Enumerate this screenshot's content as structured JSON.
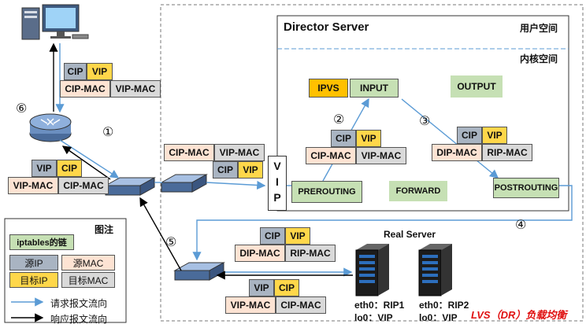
{
  "director": {
    "title": "Director Server",
    "user_space": "用户空间",
    "kernel_space": "内核空间"
  },
  "hooks": {
    "ipvs": "IPVS",
    "input": "INPUT",
    "output": "OUTPUT",
    "prerouting": "PREROUTING",
    "forward": "FORWARD",
    "postrouting": "POSTROUTING"
  },
  "vip_label": "VIP",
  "steps": {
    "s1": "①",
    "s2": "②",
    "s3": "③",
    "s4": "④",
    "s5": "⑤",
    "s6": "⑥"
  },
  "packets": {
    "p_top": {
      "src_ip": "CIP",
      "dst_ip": "VIP",
      "src_mac": "CIP-MAC",
      "dst_mac": "VIP-MAC"
    },
    "p_left": {
      "src_ip": "VIP",
      "dst_ip": "CIP",
      "src_mac": "VIP-MAC",
      "dst_mac": "CIP-MAC"
    },
    "p_mid": {
      "src_mac": "CIP-MAC",
      "dst_mac": "VIP-MAC",
      "src_ip": "CIP",
      "dst_ip": "VIP"
    },
    "p_step2": {
      "src_ip": "CIP",
      "dst_ip": "VIP",
      "src_mac": "CIP-MAC",
      "dst_mac": "VIP-MAC"
    },
    "p_step3": {
      "src_ip": "CIP",
      "dst_ip": "VIP",
      "src_mac": "DIP-MAC",
      "dst_mac": "RIP-MAC"
    },
    "p_real_in": {
      "src_ip": "CIP",
      "dst_ip": "VIP",
      "src_mac": "DIP-MAC",
      "dst_mac": "RIP-MAC"
    },
    "p_real_out": {
      "src_ip": "VIP",
      "dst_ip": "CIP",
      "src_mac": "VIP-MAC",
      "dst_mac": "CIP-MAC"
    }
  },
  "real_server": {
    "title": "Real Server",
    "rs1_if": "eth0：RIP1",
    "rs1_lo": "lo0：VIP",
    "rs2_if": "eth0：RIP2",
    "rs2_lo": "lo0：VIP"
  },
  "legend": {
    "title": "图注",
    "chain": "iptables的链",
    "src_ip": "源IP",
    "src_mac": "源MAC",
    "dst_ip": "目标IP",
    "dst_mac": "目标MAC",
    "request": "请求报文流向",
    "response": "响应报文流向"
  },
  "caption": "LVS（DR）负载均衡",
  "colors": {
    "ip_src": "#a9b4c2",
    "ip_dst": "#ffd74a",
    "mac_src": "#fde3d3",
    "mac_dst": "#d9d9d9",
    "chain": "#c6e0b4",
    "ipvs": "#ffc000",
    "request_arrow": "#5b9bd5",
    "response_arrow": "#000000"
  },
  "icons": [
    "computer-icon",
    "router-icon",
    "switch-icon",
    "server-icon"
  ]
}
